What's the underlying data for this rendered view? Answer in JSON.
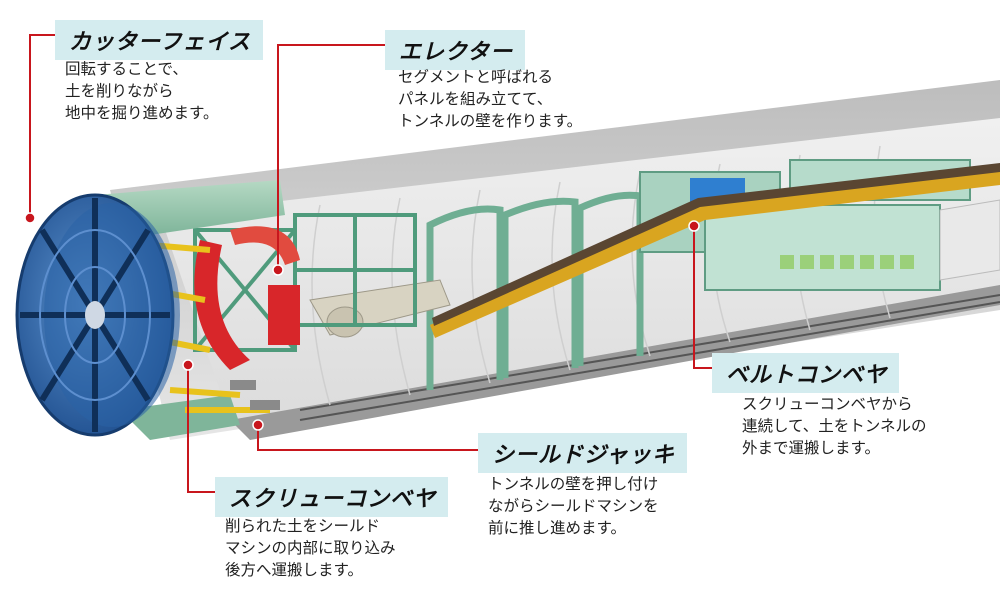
{
  "callouts": {
    "cutter_face": {
      "title": "カッターフェイス",
      "lines": [
        "回転することで、",
        "土を削りながら",
        "地中を掘り進めます。"
      ]
    },
    "erector": {
      "title": "エレクター",
      "lines": [
        "セグメントと呼ばれる",
        "パネルを組み立てて、",
        "トンネルの壁を作ります。"
      ]
    },
    "belt_conveyor": {
      "title": "ベルトコンベヤ",
      "lines": [
        "スクリューコンベヤから",
        "連続して、土をトンネルの",
        "外まで運搬します。"
      ]
    },
    "shield_jack": {
      "title": "シールドジャッキ",
      "lines": [
        "トンネルの壁を押し付け",
        "ながらシールドマシンを",
        "前に推し進めます。"
      ]
    },
    "screw_conveyor": {
      "title": "スクリューコンベヤ",
      "lines": [
        "削られた土をシールド",
        "マシンの内部に取り込み",
        "後方へ運搬します。"
      ]
    }
  },
  "colors": {
    "label_bg": "#d4ecef",
    "leader_red": "#c8161d",
    "cutter_blue": "#2d6fb7",
    "frame_green": "#7fb9a3",
    "erector_red": "#d8262a",
    "belt_gold": "#d9a520",
    "tunnel_gray": "#c9c9c9"
  }
}
